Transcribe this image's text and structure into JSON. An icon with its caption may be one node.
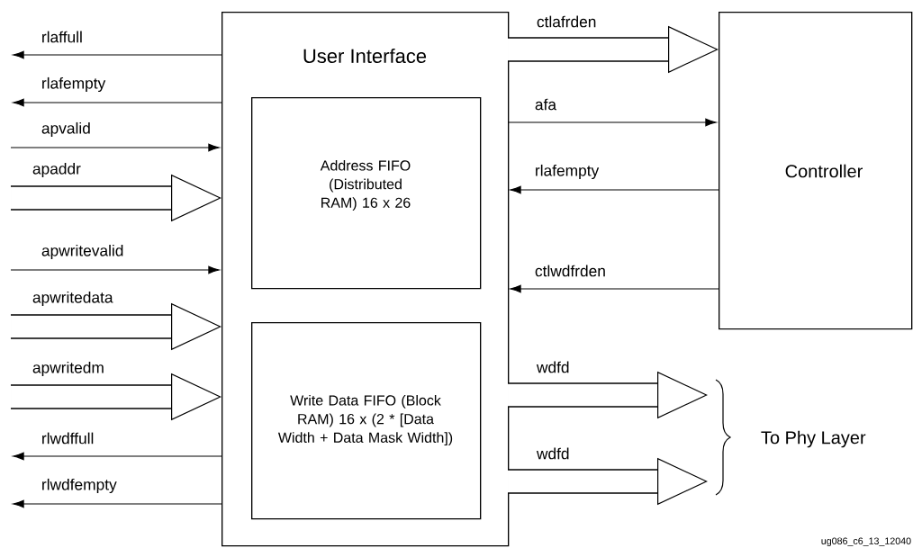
{
  "diagram": {
    "nodes": [
      {
        "text": [
          "User Interface"
        ]
      },
      {
        "text": [
          "Address FIFO (Distributed RAM) 16 x 26"
        ],
        "in": 0
      },
      {
        "text": [
          "Write Data FIFO (Block RAM) 16 x (2 * [Data Width + Data Mask Width])"
        ],
        "in": 0
      },
      {
        "text": [
          "Controller"
        ]
      },
      {
        "text": [
          "To Phy Layer"
        ]
      }
    ],
    "edges": [
      {
        "from": 0,
        "to": null,
        "arrow": "to",
        "label": "rlaffull"
      },
      {
        "from": 0,
        "to": null,
        "arrow": "to",
        "label": "rlafempty"
      },
      {
        "from": null,
        "to": 0,
        "arrow": "to",
        "label": "apvalid"
      },
      {
        "from": null,
        "to": 0,
        "arrow": "to",
        "label": "apaddr",
        "style": "thick"
      },
      {
        "from": null,
        "to": 0,
        "arrow": "to",
        "label": "apwritevalid"
      },
      {
        "from": null,
        "to": 0,
        "arrow": "to",
        "label": "apwritedata",
        "style": "thick"
      },
      {
        "from": null,
        "to": 0,
        "arrow": "to",
        "label": "apwritedm",
        "style": "thick"
      },
      {
        "from": 0,
        "to": null,
        "arrow": "to",
        "label": "rlwdffull"
      },
      {
        "from": 0,
        "to": null,
        "arrow": "to",
        "label": "rlwdfempty"
      },
      {
        "from": 0,
        "to": 3,
        "arrow": "to",
        "label": "ctlafrden",
        "style": "thick"
      },
      {
        "from": 0,
        "to": 3,
        "arrow": "to",
        "label": "afa"
      },
      {
        "from": 3,
        "to": 0,
        "arrow": "to",
        "label": "rlafempty"
      },
      {
        "from": 3,
        "to": 0,
        "arrow": "to",
        "label": "ctlwdfrden"
      },
      {
        "from": 0,
        "to": 4,
        "arrow": "to",
        "label": "wdfd",
        "style": "thick"
      },
      {
        "from": 0,
        "to": 4,
        "arrow": "to",
        "label": "wdfd",
        "style": "thick"
      }
    ],
    "labels": [
      "ug086_c6_13_12040"
    ]
  }
}
